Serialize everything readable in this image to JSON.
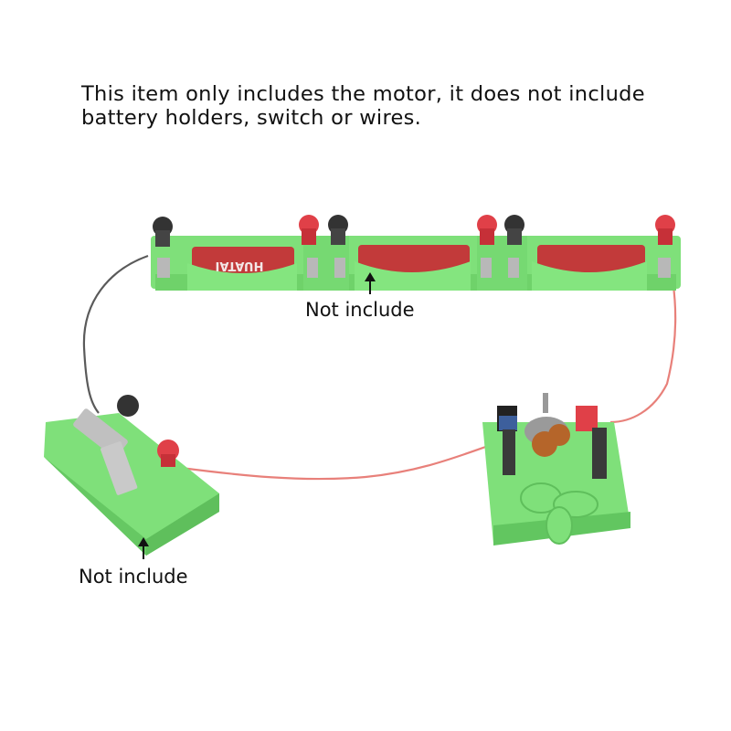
{
  "header": {
    "line1": "This item only includes the motor, it does not include",
    "line2": "battery holders, switch or wires."
  },
  "labels": {
    "battery_note": "Not include",
    "switch_note": "Not include"
  },
  "battery_brand": "HUATAI",
  "colors": {
    "plastic_green": "#7fe07a",
    "wire_red": "#e8807a",
    "wire_dark": "#5a5a5a",
    "terminal_red": "#e04048",
    "terminal_black": "#333333",
    "battery_red": "#c23a3a",
    "copper": "#b5652a"
  }
}
